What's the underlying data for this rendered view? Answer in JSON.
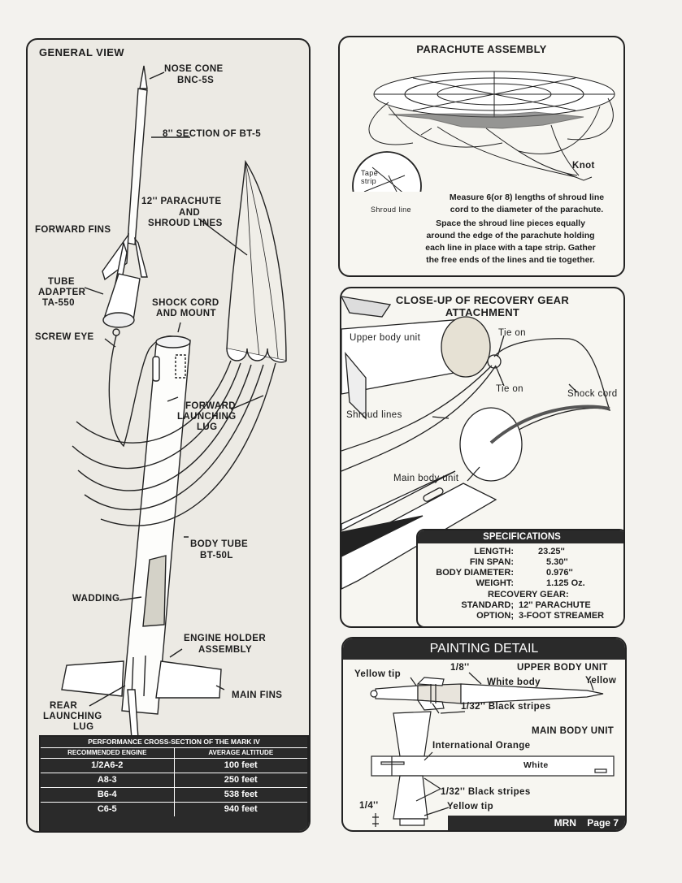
{
  "general": {
    "title": "GENERAL VIEW",
    "nose_cone": "NOSE CONE",
    "nose_code": "BNC-5S",
    "section": "8'' SECTION OF BT-5",
    "parachute1": "12'' PARACHUTE",
    "parachute2": "AND",
    "parachute3": "SHROUD LINES",
    "forward_fins": "FORWARD FINS",
    "tube1": "TUBE",
    "tube2": "ADAPTER",
    "tube3": "TA-550",
    "shock1": "SHOCK CORD",
    "shock2": "AND MOUNT",
    "screw_eye": "SCREW EYE",
    "fwd1": "FORWARD",
    "fwd2": "LAUNCHING",
    "fwd3": "LUG",
    "body1": "BODY TUBE",
    "body2": "BT-50L",
    "wadding": "WADDING",
    "engine1": "ENGINE HOLDER",
    "engine2": "ASSEMBLY",
    "main_fins": "MAIN FINS",
    "rear1": "REAR",
    "rear2": "LAUNCHING",
    "rear3": "LUG"
  },
  "performance": {
    "title": "PERFORMANCE CROSS-SECTION OF THE MARK IV",
    "col1": "RECOMMENDED ENGINE",
    "col2": "AVERAGE ALTITUDE",
    "rows": [
      {
        "engine": "1/2A6-2",
        "altitude": "100 feet"
      },
      {
        "engine": "A8-3",
        "altitude": "250 feet"
      },
      {
        "engine": "B6-4",
        "altitude": "538 feet"
      },
      {
        "engine": "C6-5",
        "altitude": "940 feet"
      }
    ]
  },
  "parachute": {
    "title": "PARACHUTE ASSEMBLY",
    "tape": "Tape",
    "strip": "strip",
    "shroud_line": "Shroud line",
    "knot": "Knot",
    "line1": "Measure 6(or 8) lengths of shroud line",
    "line2": "cord to the diameter of the parachute.",
    "line3": "Space the shroud line pieces equally",
    "line4": "around the edge of the parachute holding",
    "line5": "each line in place with a tape strip.  Gather",
    "line6": "the free ends of the lines and tie together."
  },
  "recovery": {
    "title1": "CLOSE-UP OF RECOVERY GEAR",
    "title2": "ATTACHMENT",
    "upper": "Upper body unit",
    "tie_on_1": "Tie on",
    "tie_on_2": "Tie on",
    "shock_cord": "Shock cord",
    "shroud_lines": "Shroud lines",
    "main_body": "Main body unit"
  },
  "specs": {
    "title": "SPECIFICATIONS",
    "length_label": "LENGTH:",
    "length": "23.25''",
    "span_label": "FIN SPAN:",
    "span": "5.30''",
    "diam_label": "BODY DIAMETER:",
    "diam": "0.976''",
    "weight_label": "WEIGHT:",
    "weight": "1.125 Oz.",
    "recovery": "RECOVERY GEAR:",
    "standard_label": "STANDARD;",
    "standard": "12'' PARACHUTE",
    "option_label": "OPTION;",
    "option": "3-FOOT STREAMER"
  },
  "painting": {
    "title": "PAINTING DETAIL",
    "yellow_tip": "Yellow tip",
    "eighth": "1/8''",
    "upper_unit": "UPPER BODY UNIT",
    "white_body": "White body",
    "yellow": "Yellow",
    "stripes1": "1/32'' Black stripes",
    "main_unit": "MAIN BODY UNIT",
    "orange": "International Orange",
    "white": "White",
    "stripes2": "1/32''  Black stripes",
    "quarter": "1/4''",
    "yellow_tip2": "Yellow tip",
    "footer_brand": "MRN",
    "footer_page": "Page 7"
  }
}
